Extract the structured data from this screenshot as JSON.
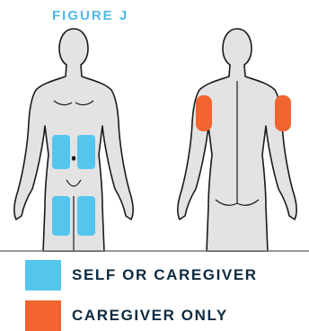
{
  "figure": {
    "title": "FIGURE J",
    "title_color": "#4fb8e8"
  },
  "bodies": {
    "front_view": "front",
    "back_view": "back",
    "body_fill": "#e3e3e3",
    "outline_color": "#1a1a1a"
  },
  "injection_zones": {
    "front": {
      "abdomen": "self-or-caregiver",
      "thighs": "self-or-caregiver"
    },
    "back": {
      "upper_arms": "caregiver-only"
    }
  },
  "legend": [
    {
      "label": "SELF OR CAREGIVER",
      "color": "#54c6ee"
    },
    {
      "label": "CAREGIVER ONLY",
      "color": "#f26531"
    }
  ]
}
